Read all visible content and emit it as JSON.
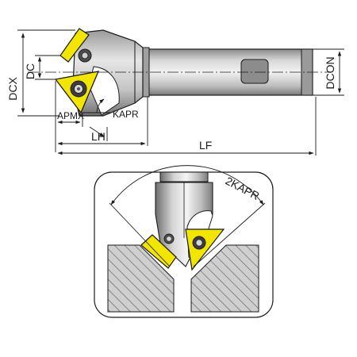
{
  "labels": {
    "dcx": "DCX",
    "dc": "DC",
    "dcon": "DCON",
    "apmx": "APMX",
    "kapr": "KAPR",
    "lh": "LH",
    "lf": "LF",
    "two_kapr": "2KAPR"
  },
  "colors": {
    "insert": "#f2e600",
    "steel_dark": "#6e6e6e",
    "steel_mid": "#a8a8a8",
    "steel_light": "#e2e2e2",
    "line": "#1a1a1a"
  },
  "icons": {
    "insert_screw": "screw-icon"
  }
}
